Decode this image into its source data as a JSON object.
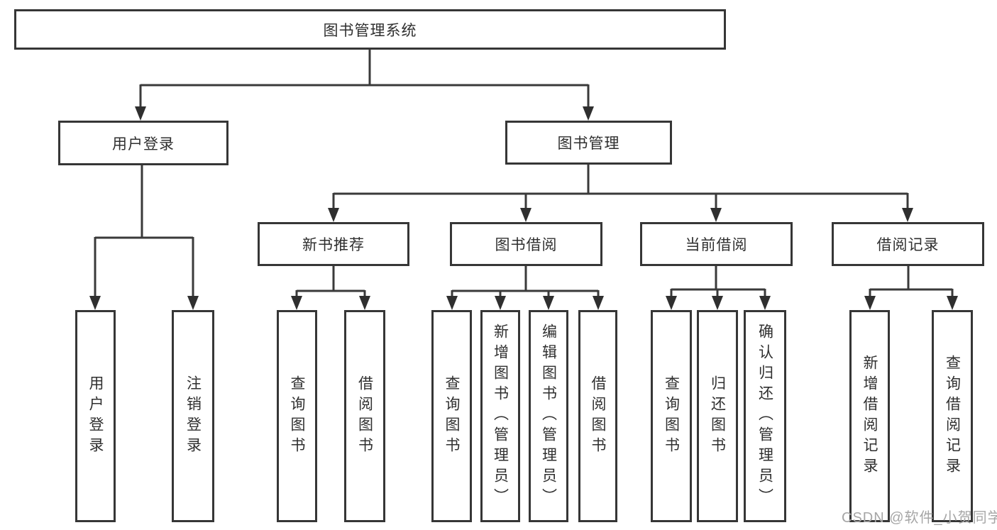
{
  "colors": {
    "line": "#3a3a3a",
    "box_border": "#363636",
    "text": "#2f2f2f",
    "watermark": "#a6a6a6",
    "background": "#ffffff"
  },
  "watermark": {
    "text": "CSDN @软件_小贺同学"
  },
  "tree": {
    "root": {
      "label": "图书管理系统"
    },
    "level2": [
      {
        "label": "用户登录",
        "children": [
          {
            "label": "用户登录"
          },
          {
            "label": "注销登录"
          }
        ]
      },
      {
        "label": "图书管理",
        "children": [
          {
            "label": "新书推荐",
            "children": [
              {
                "label": "查询图书"
              },
              {
                "label": "借阅图书"
              }
            ]
          },
          {
            "label": "图书借阅",
            "children": [
              {
                "label": "查询图书"
              },
              {
                "label": "新增图书（管理员）"
              },
              {
                "label": "编辑图书（管理员）"
              },
              {
                "label": "借阅图书"
              }
            ]
          },
          {
            "label": "当前借阅",
            "children": [
              {
                "label": "查询图书"
              },
              {
                "label": "归还图书"
              },
              {
                "label": "确认归还（管理员）"
              }
            ]
          },
          {
            "label": "借阅记录",
            "children": [
              {
                "label": "新增借阅记录"
              },
              {
                "label": "查询借阅记录"
              }
            ]
          }
        ]
      }
    ]
  }
}
